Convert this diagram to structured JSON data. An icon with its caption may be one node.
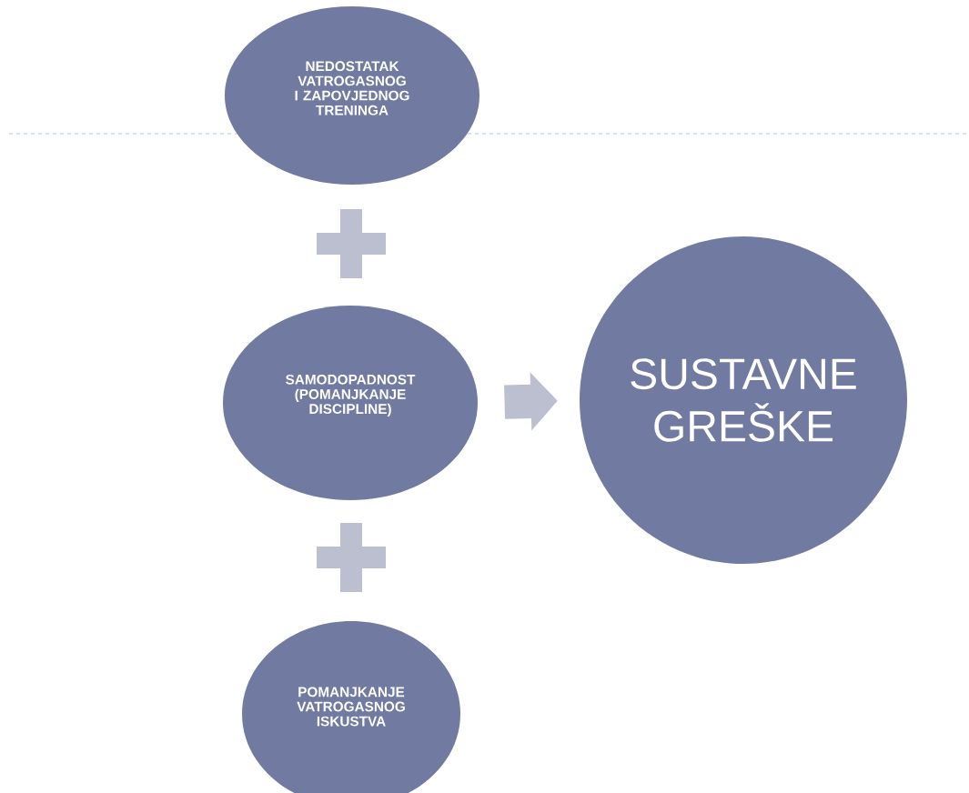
{
  "diagram": {
    "nodes": [
      {
        "text": [
          "NEDOSTATAK VATROGASNOG I ZAPOVJEDNOG TRENINGA"
        ]
      },
      {
        "text": [],
        "shape": "plus"
      },
      {
        "text": [
          "SAMODOPADNOST (POMANJKANJE DISCIPLINE)"
        ]
      },
      {
        "text": [
          "SUSTAVNE GREŠKE"
        ]
      },
      {
        "text": [],
        "shape": "plus"
      },
      {
        "text": [
          "POMANJKANJE VATROGASNOG ISKUSTVA"
        ]
      }
    ],
    "edges": [
      {
        "from": 2,
        "to": 3,
        "arrow": "to"
      }
    ]
  }
}
